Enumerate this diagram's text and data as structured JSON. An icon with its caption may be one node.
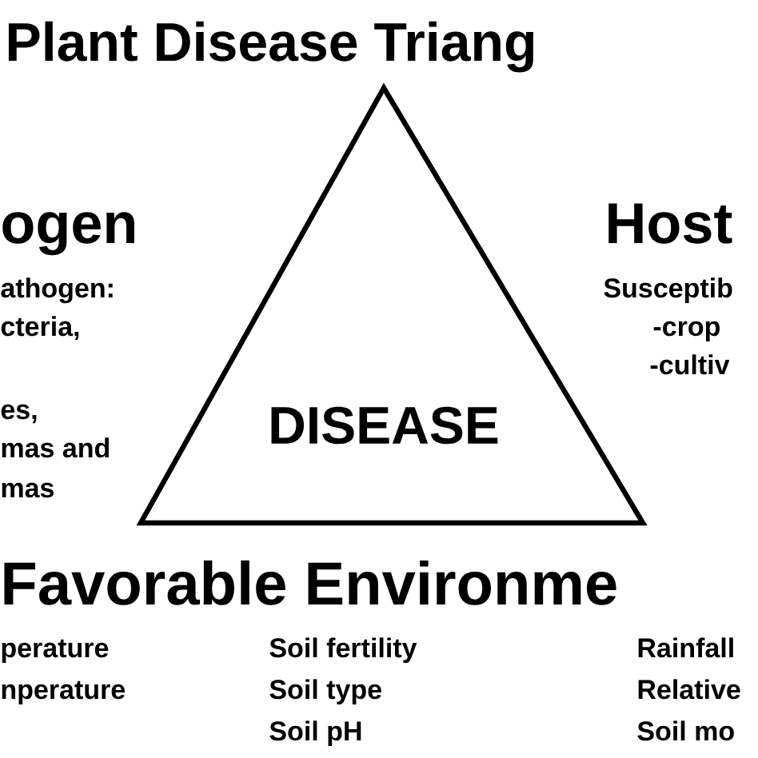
{
  "diagram": {
    "title": "Plant Disease Triang",
    "nodes": [
      {
        "text": [
          "DISEASE"
        ]
      }
    ],
    "labels": [
      "ogen",
      "athogen:",
      "cteria,",
      "es,",
      "mas and",
      "mas",
      "Host",
      "Susceptib",
      "-crop",
      "-cultiv",
      "Favorable Environme",
      "perature",
      "Soil fertility",
      "Rainfall",
      "nperature",
      "Soil type",
      "Relative",
      "Soil pH",
      "Soil mo"
    ]
  }
}
